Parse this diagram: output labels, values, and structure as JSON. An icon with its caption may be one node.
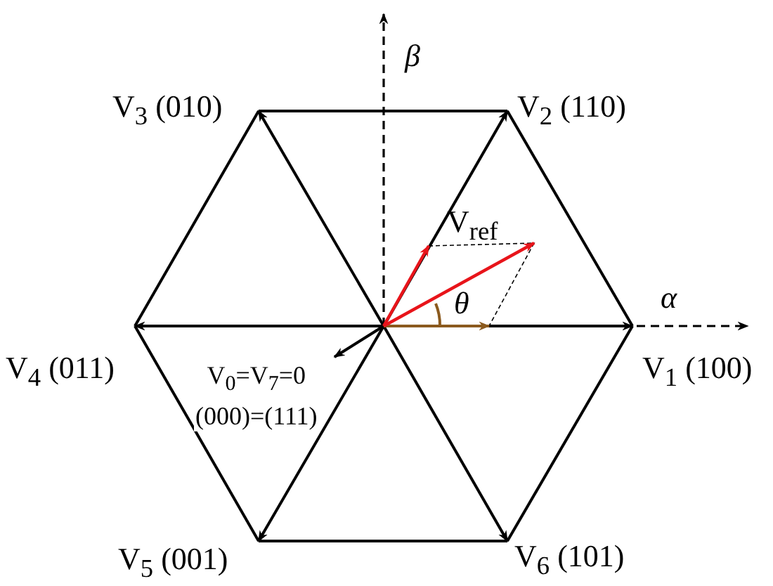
{
  "diagram": {
    "nodes": [
      {
        "text": [
          "V$_{3}$ (010)"
        ]
      },
      {
        "text": [
          "V$_{2}$ (110)"
        ]
      },
      {
        "text": [
          "V$_{4}$ (011)"
        ]
      },
      {
        "text": [
          "V$_{1}$ (100)"
        ]
      },
      {
        "text": [
          "V$_{0}$=V$_{7}$=0",
          "(000)=(111)"
        ]
      },
      {
        "text": [
          "V$_{5}$ (001)"
        ]
      },
      {
        "text": [
          "V$_{6}$ (101)"
        ]
      }
    ],
    "edges": [
      {
        "from": 3,
        "to": 1,
        "arrow": "none"
      },
      {
        "from": 1,
        "to": 0,
        "arrow": "none"
      },
      {
        "from": 0,
        "to": 2,
        "arrow": "none"
      },
      {
        "from": 2,
        "to": 5,
        "arrow": "none"
      },
      {
        "from": 5,
        "to": 6,
        "arrow": "none"
      },
      {
        "from": 6,
        "to": 3,
        "arrow": "none"
      },
      {
        "from": null,
        "to": 3,
        "arrow": "to"
      },
      {
        "from": null,
        "to": 1,
        "arrow": "to"
      },
      {
        "from": null,
        "to": 0,
        "arrow": "to"
      },
      {
        "from": null,
        "to": 2,
        "arrow": "to"
      },
      {
        "from": null,
        "to": 5,
        "arrow": "to"
      },
      {
        "from": null,
        "to": 6,
        "arrow": "to"
      },
      {
        "from": null,
        "to": 4,
        "arrow": "to"
      }
    ],
    "labels": [
      "β",
      "V$_{ref}$",
      "θ",
      "α"
    ]
  }
}
